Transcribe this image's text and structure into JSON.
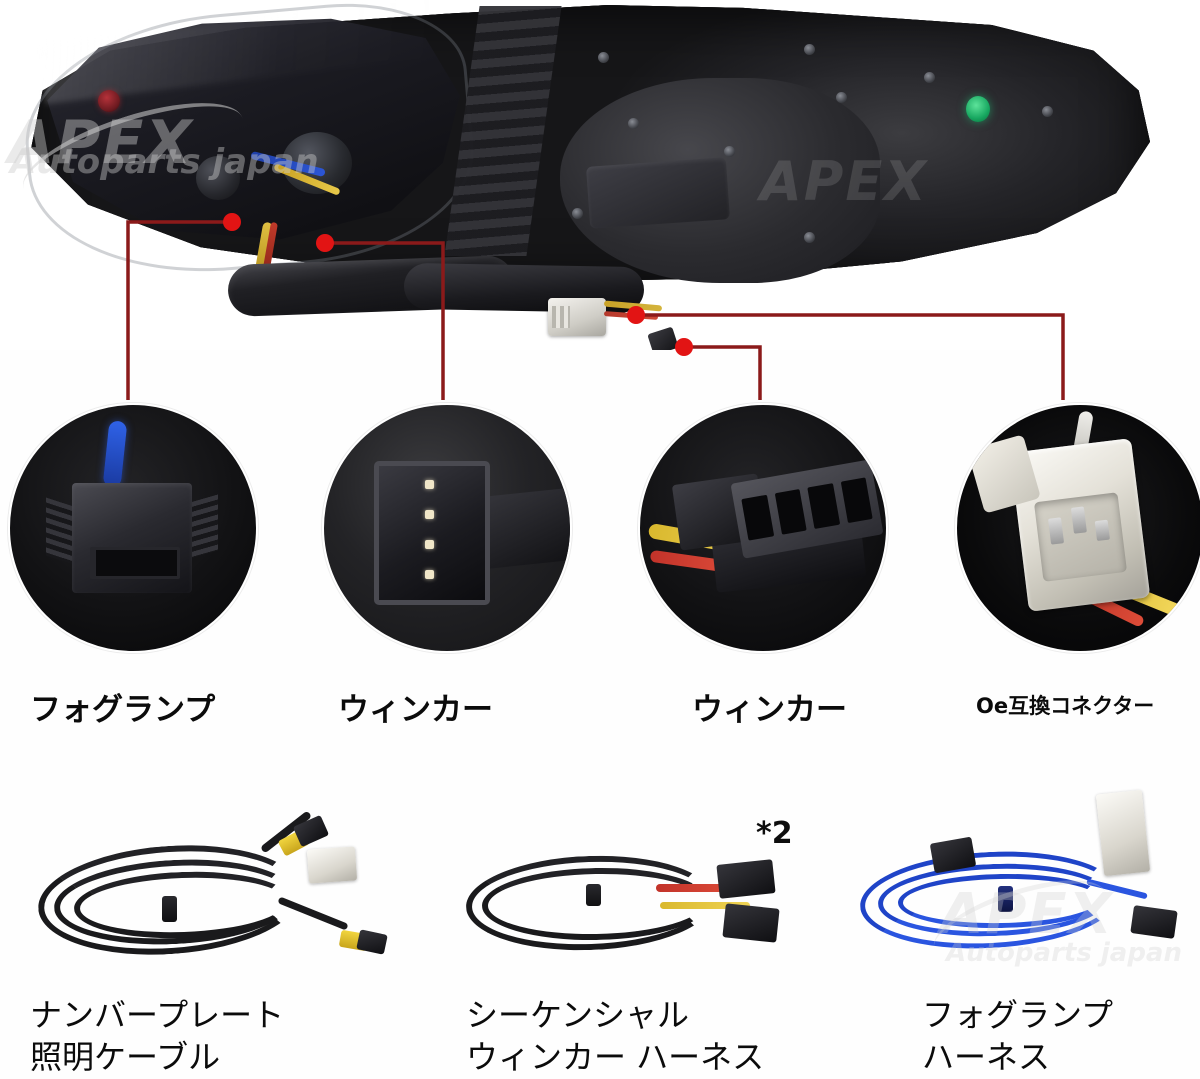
{
  "product": {
    "type": "automotive-tail-lamp-assembly-wiring-diagram",
    "hero_alt": "tail light assembly rear view with wiring connectors"
  },
  "callouts": [
    {
      "id": "fog-lamp",
      "label": "フォグランプ",
      "detail_alt": "2-pin black connector with blue wire",
      "connector_type": "2-pin",
      "connector_color": "#1a1a1c",
      "wire_color": "#2f62e8"
    },
    {
      "id": "turn-signal-left",
      "label": "ウィンカー",
      "detail_alt": "4-pin black connector",
      "connector_type": "4-pin",
      "connector_color": "#1b1b20",
      "wire_color": "#141418"
    },
    {
      "id": "turn-signal-right",
      "label": "ウィンカー",
      "detail_alt": "4-slot black connector with yellow and red wires",
      "connector_type": "4-slot",
      "connector_color": "#2b2b31",
      "wire_color": "#d9b82e"
    },
    {
      "id": "oe-connector",
      "label": "Oe互換コネクター",
      "detail_alt": "white OE compatible connector",
      "connector_type": "OE",
      "connector_color": "#f2efe7",
      "wire_color": "#d8b62d"
    }
  ],
  "accessories": [
    {
      "id": "license-plate-light-cable",
      "label_line1": "ナンバープレート",
      "label_line2": "照明ケーブル",
      "quantity_note": "",
      "cord_color": "#1a1a1c",
      "accent_color": "#f1d53f"
    },
    {
      "id": "sequential-turn-signal-harness",
      "label_line1": "シーケンシャル",
      "label_line2": "ウィンカー ハーネス",
      "quantity_note": "*2",
      "cord_color": "#1a1a1c",
      "accent_color": "#c2332a"
    },
    {
      "id": "fog-lamp-harness",
      "label_line1": "フォグランプ",
      "label_line2": "ハーネス",
      "quantity_note": "",
      "cord_color": "#1f44c8",
      "accent_color": "#1f44c8"
    }
  ],
  "watermark": {
    "brand": "APEX",
    "subtitle": "Autoparts japan"
  },
  "colors": {
    "leader_line": "#8b1a1a",
    "leader_dot": "#e21414",
    "background": "#ffffff",
    "label_text": "#0b0b0b"
  }
}
